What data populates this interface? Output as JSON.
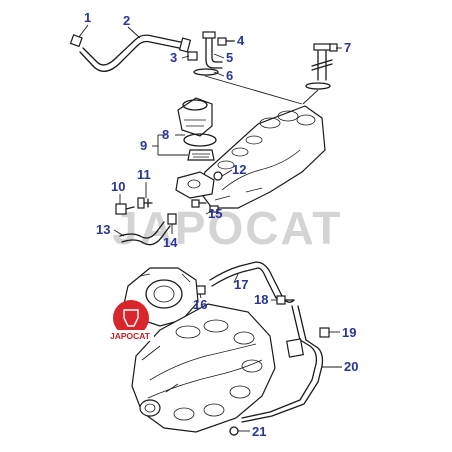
{
  "watermark": "JAPOCAT",
  "logo": {
    "text": "JAPOCAT",
    "color": "#d9262b"
  },
  "label_color": "#2a3596",
  "callouts": [
    "1",
    "2",
    "3",
    "4",
    "5",
    "6",
    "7",
    "8",
    "9",
    "10",
    "11",
    "12",
    "13",
    "14",
    "15",
    "16",
    "17",
    "18",
    "19",
    "20",
    "21"
  ]
}
